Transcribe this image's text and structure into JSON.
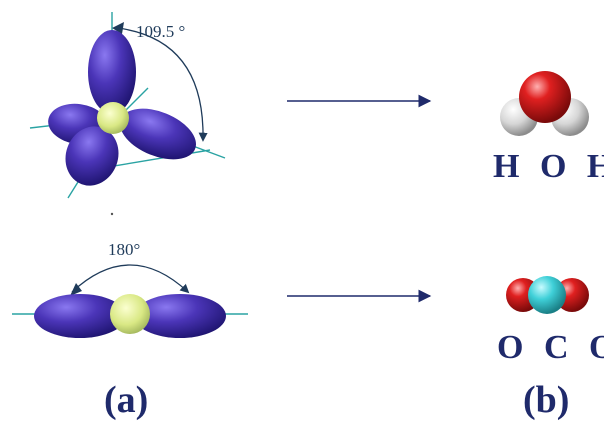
{
  "top_row": {
    "angle_label": "109.5 °",
    "molecule_label": "H O H"
  },
  "bottom_row": {
    "angle_label": "180°",
    "molecule_label": "O C O"
  },
  "panel_labels": {
    "left": "(a)",
    "right": "(b)"
  },
  "colors": {
    "lobe": "#4b35b8",
    "lobe_dark": "#1e1470",
    "nucleus": "#e8f08a",
    "axis_line": "#2aa3a3",
    "arrow": "#1f2a6b",
    "label": "#1f2a6b",
    "oxygen": "#d91a1a",
    "hydrogen": "#e8e8e8",
    "carbon": "#3fd0d8"
  }
}
